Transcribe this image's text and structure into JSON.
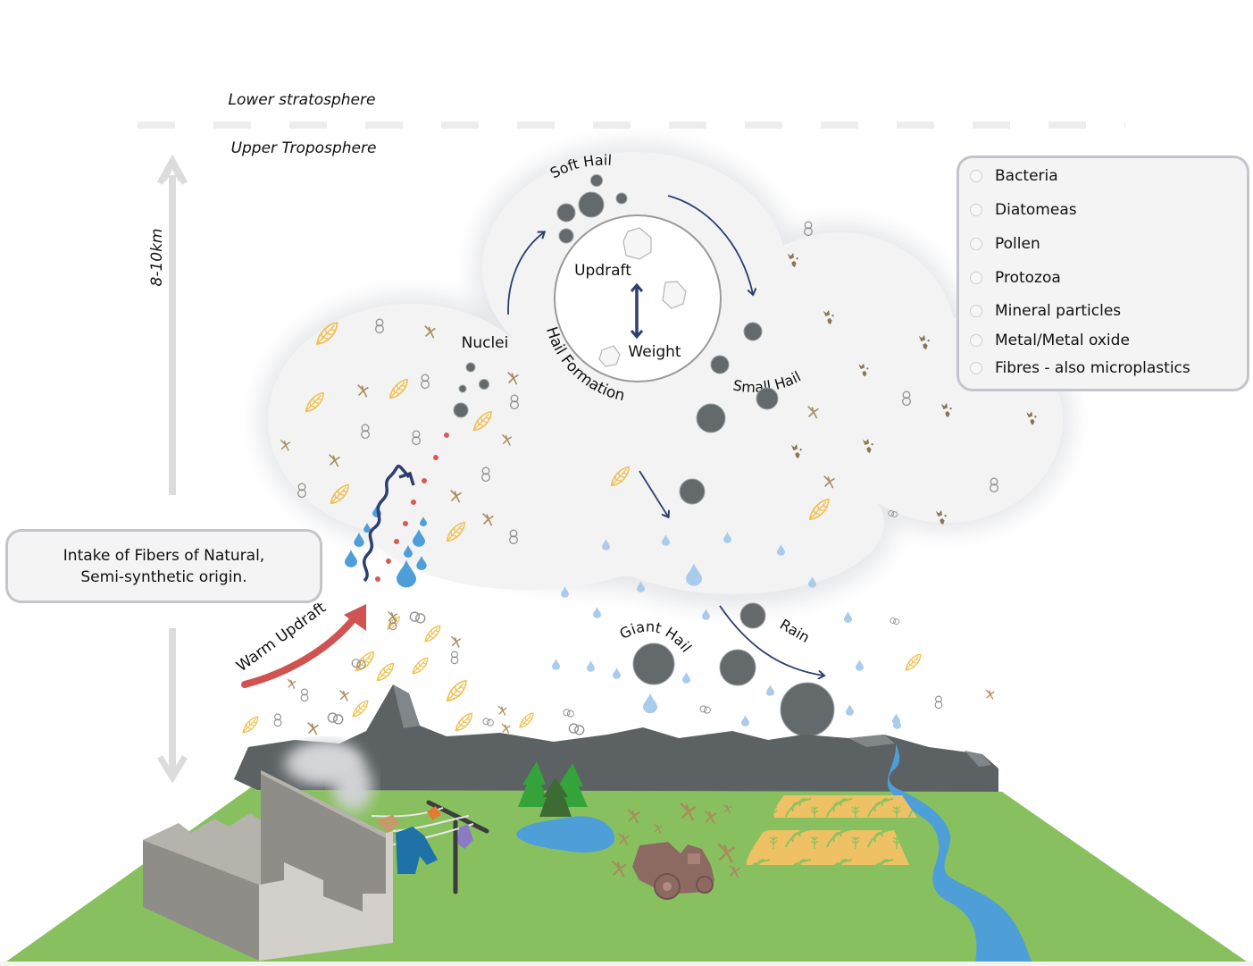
{
  "layers": {
    "upper_label": "Lower stratosphere",
    "lower_label": "Upper Troposphere"
  },
  "altitude": {
    "label": "8-10km"
  },
  "intake": {
    "line1": "Intake of Fibers of Natural,",
    "line2": "Semi-synthetic origin."
  },
  "legend": {
    "items": [
      {
        "label": "Bacteria"
      },
      {
        "label": "Diatomeas"
      },
      {
        "label": "Pollen"
      },
      {
        "label": "Protozoa"
      },
      {
        "label": "Mineral particles"
      },
      {
        "label": "Metal/Metal oxide"
      },
      {
        "label": "Fibres - also microplastics"
      }
    ]
  },
  "hail_cycle": {
    "nuclei": "Nuclei",
    "soft_hail": "Soft Hail",
    "small_hail": "Small Hail",
    "giant_hail": "Giant Hail",
    "rain": "Rain",
    "hail_formation": "Hail Formation",
    "updraft": "Updraft",
    "weight": "Weight",
    "warm_updraft": "Warm Updraft"
  },
  "colors": {
    "cloud": "#f3f3f4",
    "hail": "#646a6b",
    "arrow": "#2d3f6e",
    "warm_arrow": "#cf5350",
    "droplet": "#4e9fd8",
    "rain_drop": "#a9cbec",
    "pollen": "#f0c050",
    "fibre": "#a88c5a",
    "grass": "#88c060",
    "mountain": "#5c6263",
    "river": "#4e9fd8",
    "field": "#eec264",
    "tractor": "#8c6a62",
    "factory": "#b6b3ad"
  }
}
